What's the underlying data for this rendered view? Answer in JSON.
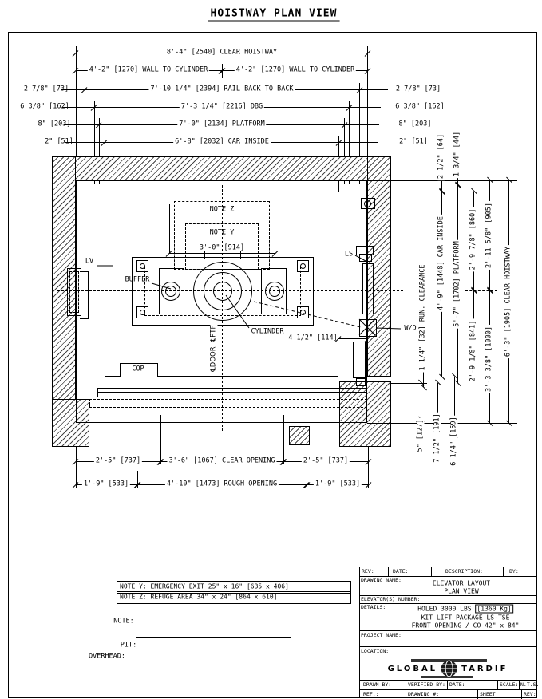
{
  "colors": {
    "line": "#000000",
    "background": "#ffffff",
    "hatch": "#444444"
  },
  "title": "HOISTWAY PLAN VIEW",
  "top": {
    "clear_hoistway": "8'-4\" [2540] CLEAR HOISTWAY",
    "wall_cyl_l": "4'-2\" [1270] WALL TO CYLINDER",
    "wall_cyl_r": "4'-2\" [1270] WALL TO CYLINDER",
    "rail": "7'-10 1/4\" [2394] RAIL BACK TO BACK",
    "rail_l": "2 7/8\" [73]",
    "rail_r": "2 7/8\" [73]",
    "dbg": "7'-3 1/4\" [2216] DBG",
    "dbg_l": "6 3/8\" [162]",
    "dbg_r": "6 3/8\" [162]",
    "platform": "7'-0\" [2134] PLATFORM",
    "platform_l": "8\" [203]",
    "platform_r": "8\" [203]",
    "car": "6'-8\" [2032] CAR INSIDE",
    "car_l": "2\" [51]",
    "car_r": "2\" [51]"
  },
  "plan": {
    "note_z": "NOTE Z",
    "note_y": "NOTE Y",
    "rail_span": "3'-0\" [914]",
    "buffer": "BUFFER",
    "cylinder": "CYLINDER",
    "lv": "LV",
    "ls": "LS",
    "cop": "COP",
    "wd": "W/D",
    "wd_dim": "4 1/2\" [114]",
    "cl_ptf": "℄PTF",
    "cl_door": "℄DOOR"
  },
  "right": {
    "d64": "2 1/2\" [64]",
    "d44": "1 3/4\" [44]",
    "car_inside": "4'-9\" [1448] CAR INSIDE",
    "platform": "5'-7\" [1702] PLATFORM",
    "d860": "2'-9 7/8\" [860]",
    "d905": "2'-11 5/8\" [905]",
    "clear_hoistway": "6'-3\" [1905] CLEAR HOISTWAY",
    "run_clearance": "1 1/4\" [32] RUN. CLEARANCE",
    "d841": "2'-9 1/8\" [841]",
    "d1000": "3'-3 3/8\" [1000]",
    "d127": "5\" [127]",
    "d191": "7 1/2\" [191]",
    "d159": "6 1/4\" [159]"
  },
  "bottom": {
    "l737": "2'-5\" [737]",
    "clear_opening": "3'-6\" [1067] CLEAR OPENING",
    "r737": "2'-5\" [737]",
    "l533": "1'-9\" [533]",
    "rough_opening": "4'-10\" [1473] ROUGH OPENING",
    "r533": "1'-9\" [533]"
  },
  "notes": {
    "y": "NOTE Y: EMERGENCY EXIT 25\" x 16\" [635 x 406]",
    "z": "NOTE Z: REFUGE AREA 34\" x 24\" [864 x 610]"
  },
  "form": {
    "note": "NOTE:",
    "pit": "PIT:",
    "overhead": "OVERHEAD:"
  },
  "tb": {
    "rev": "REV:",
    "date": "DATE:",
    "description": "DESCRIPTION:",
    "by": "BY:",
    "drawing_name": "DRAWING NAME:",
    "name1": "ELEVATOR LAYOUT",
    "name2": "PLAN VIEW",
    "elev_num": "ELEVATOR(S) NUMBER:",
    "details": "DETAILS:",
    "details1a": "HOLED 3000 LBS",
    "details1b": "[1360 Kg]",
    "details2": "KIT LIFT PACKAGE LS-TSE",
    "details3": "FRONT OPENING / CO 42\" x 84\"",
    "project": "PROJECT NAME:",
    "location": "LOCATION:",
    "logo1": "GLOBAL",
    "logo2": "TARDIF",
    "drawn": "DRAWN BY:",
    "verified": "VERIFIED BY:",
    "date2": "DATE:",
    "scale": "SCALE:",
    "nts": "N.T.S.",
    "ref": "REF.:",
    "drawing_no": "DRAWING #:",
    "sheet": "SHEET:",
    "rev2": "REV:"
  }
}
